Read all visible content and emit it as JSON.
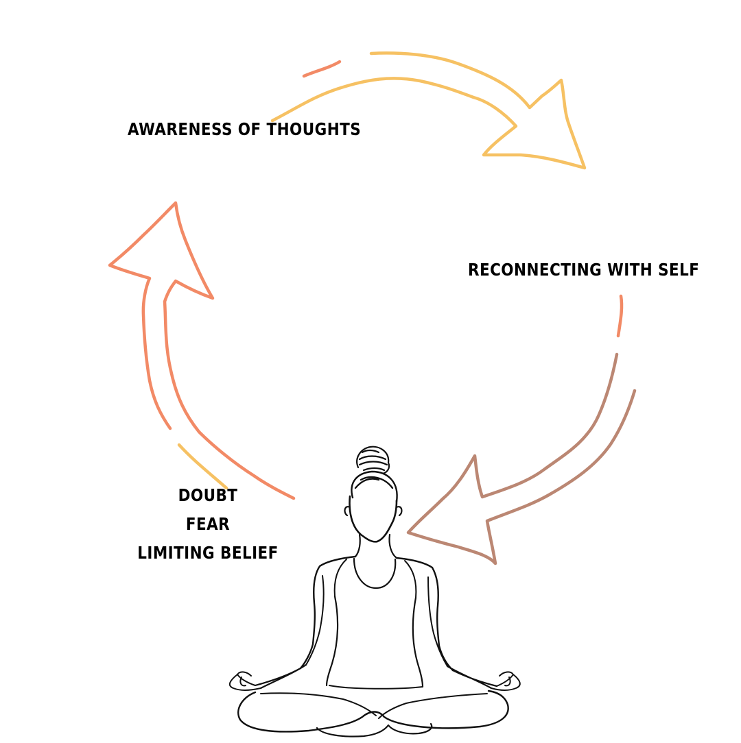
{
  "labels": {
    "awareness": "AWARENESS OF THOUGHTS",
    "reconnecting": "RECONNECTING WITH SELF",
    "stack": [
      "DOUBT",
      "FEAR",
      "LIMITING BELIEF"
    ]
  },
  "colors": {
    "arrow_yellow": "#F6C163",
    "arrow_orange": "#F28A66",
    "arrow_brown": "#BB8773",
    "figure_line": "#111111",
    "text": "#000000",
    "background": "#FFFFFF"
  },
  "icons": {
    "top_arrow": "curved-arrow-right-icon",
    "right_arrow": "curved-arrow-down-left-icon",
    "left_arrow": "curved-arrow-up-icon",
    "figure": "meditating-woman-icon"
  }
}
